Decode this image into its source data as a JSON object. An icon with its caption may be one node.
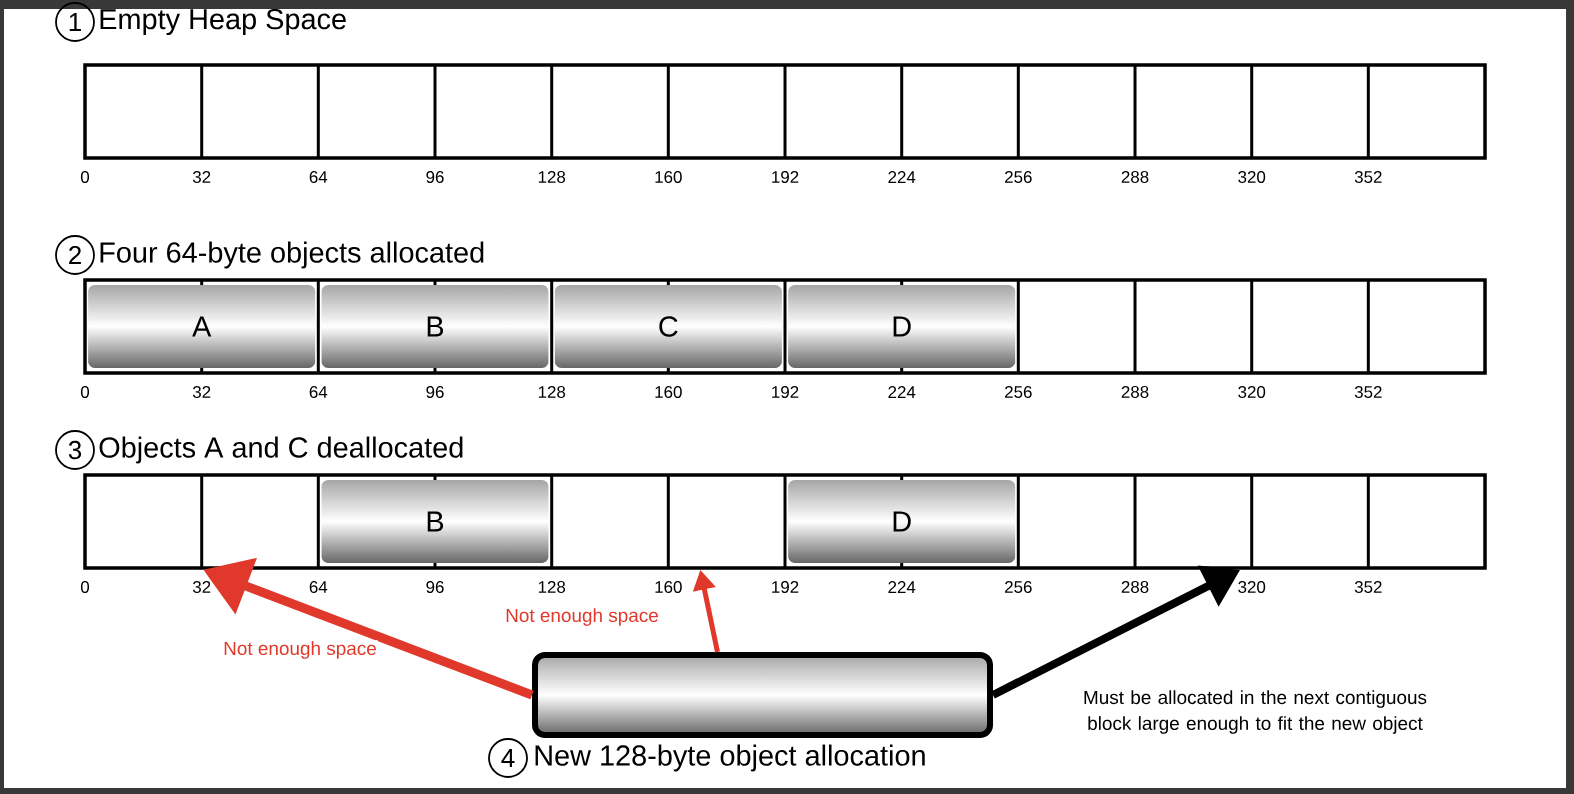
{
  "diagram": {
    "nodes": [
      {
        "text": [
          "1",
          "Empty Heap Space"
        ],
        "beside": [
          "0",
          "32",
          "64",
          "96",
          "128",
          "160",
          "192",
          "224",
          "256",
          "288",
          "320",
          "352"
        ]
      },
      {
        "text": [
          "2",
          "Four 64-byte objects allocated"
        ],
        "beside": [
          "0",
          "32",
          "64",
          "96",
          "128",
          "160",
          "192",
          "224",
          "256",
          "288",
          "320",
          "352"
        ]
      },
      {
        "text": [
          "A"
        ],
        "in": 1
      },
      {
        "text": [
          "B"
        ],
        "in": 1
      },
      {
        "text": [
          "C"
        ],
        "in": 1
      },
      {
        "text": [
          "D"
        ],
        "in": 1
      },
      {
        "text": [
          "3",
          "Objects A and C deallocated"
        ],
        "beside": [
          "0",
          "32",
          "64",
          "96",
          "128",
          "160",
          "192",
          "224",
          "256",
          "288",
          "320",
          "352"
        ]
      },
      {
        "text": [
          "B"
        ],
        "in": 6
      },
      {
        "text": [
          "D"
        ],
        "in": 6
      },
      {
        "text": [
          "4",
          "New 128-byte object allocation"
        ]
      }
    ],
    "edges": [
      {
        "from": 9,
        "to": 6,
        "arrow": "to",
        "label": "Not enough space",
        "color": "#e0392b"
      },
      {
        "from": 9,
        "to": 6,
        "arrow": "to",
        "label": "Not enough space",
        "color": "#e0392b"
      },
      {
        "from": 9,
        "to": 6,
        "arrow": "to",
        "label": "Must be allocated in the next contiguous block large enough to fit the new object",
        "color": "#000000"
      }
    ]
  }
}
